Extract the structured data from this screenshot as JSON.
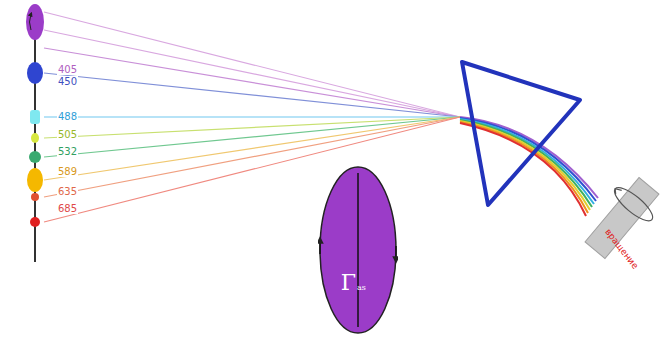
{
  "diagram": {
    "nodes": [
      {
        "text": [
          "Γ",
          "as"
        ]
      }
    ],
    "edges": [],
    "labels": [
      "405",
      "450",
      "488",
      "505",
      "532",
      "589",
      "635",
      "685",
      "вращение"
    ]
  }
}
